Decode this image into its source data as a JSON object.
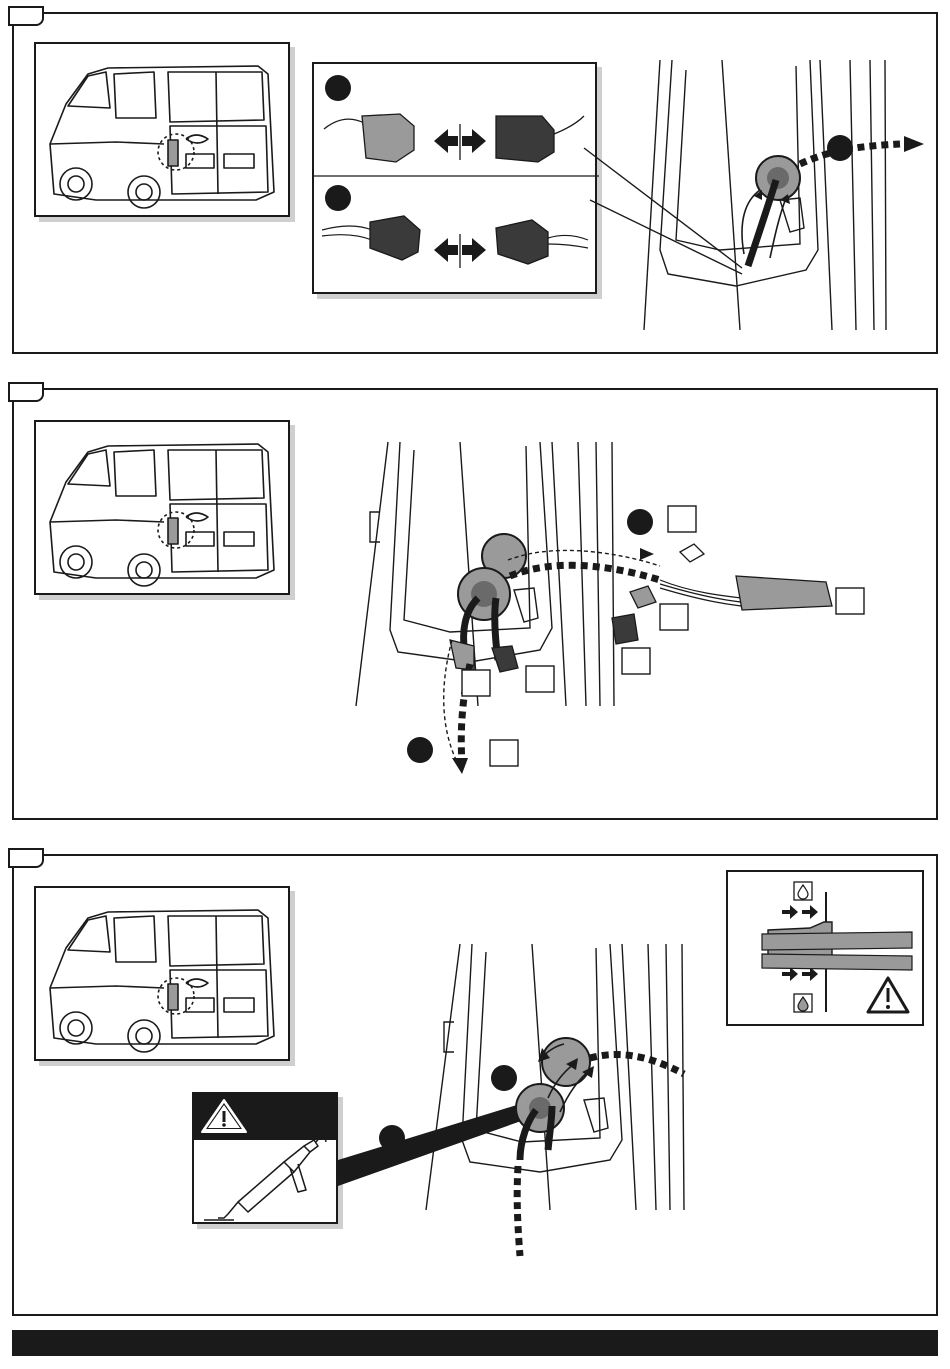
{
  "steps": [
    {
      "id": "step-1",
      "callouts": 2,
      "labels": []
    },
    {
      "id": "step-2",
      "callouts": 2,
      "labels": []
    },
    {
      "id": "step-3",
      "callouts": 2,
      "labels": []
    }
  ],
  "icons": {
    "warning": "warning-triangle-icon",
    "sealant": "sealant-gun-icon",
    "water_drop": "water-drop-icon",
    "arrow": "arrow-right-icon"
  },
  "colors": {
    "ink": "#1a1a1a",
    "grey_part": "#9a9a9a",
    "dark_part": "#3a3a3a",
    "shadow": "#cfcfcf"
  }
}
